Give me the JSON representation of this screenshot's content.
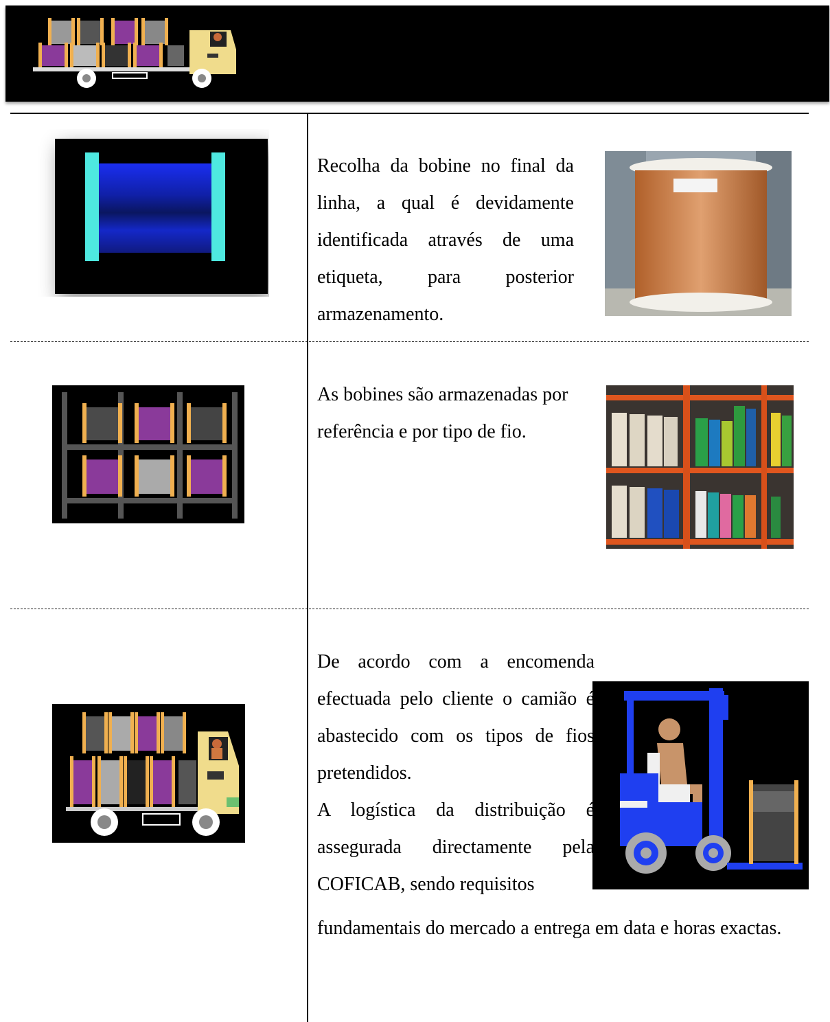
{
  "header": {
    "logo_icon": "truck-with-reels-icon",
    "background_color": "#000000"
  },
  "rows": [
    {
      "text": "Recolha da bobine no final da linha, a qual é devidamente identificada através de uma etiqueta, para posterior armazenamento.",
      "left_icon": "reel-icon",
      "right_image": "wire-spool-photo"
    },
    {
      "text_lines": [
        "As bobines são armazenadas por",
        "referência e por tipo de fio."
      ],
      "left_icon": "reel-rack-icon",
      "right_image": "warehouse-shelves-photo"
    },
    {
      "para1": "De acordo com a encomenda efectuada pelo cliente o camião é abastecido com os tipos de fios pretendidos.",
      "para2": "A logística da distribuição é assegurada directamente pela COFICAB, sendo requisitos",
      "para3": "fundamentais do mercado a entrega em data e horas exactas.",
      "left_icon": "delivery-truck-icon",
      "right_icon": "forklift-icon"
    }
  ],
  "colors": {
    "reel_blue": "#1a2ef0",
    "reel_cyan": "#4ee8e0",
    "reel_purple": "#8a3a9a",
    "reel_flange": "#f0b050",
    "forklift_blue": "#1f3ff0",
    "truck_cab": "#f0dc8c"
  }
}
